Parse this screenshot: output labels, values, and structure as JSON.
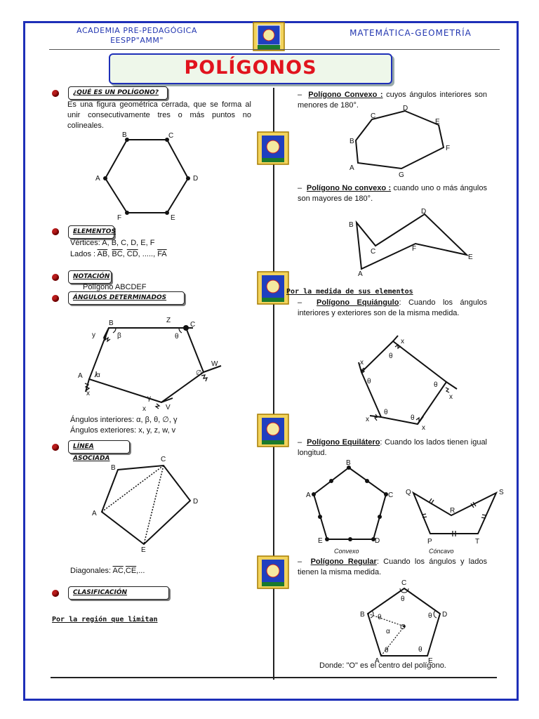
{
  "header": {
    "left_line1": "ACADEMIA PRE-PEDAGÓGICA",
    "left_line2": "EESPP\"AMM\"",
    "right": "MATEMÁTICA-GEOMETRÍA"
  },
  "title": "POLÍGONOS",
  "left": {
    "q_label": "¿QUÉ ES UN POLÍGONO?",
    "definition": "Es una figura geométrica cerrada, que se forma al unir consecutivamente tres o más puntos no colineales.",
    "hex_labels": [
      "A",
      "B",
      "C",
      "D",
      "E",
      "F"
    ],
    "elementos_label": "ELEMENTOS",
    "vertices_text": "Vértices:  A,  B, C, D, E, F",
    "lados_prefix": "Lados       :",
    "lados_items": [
      "AB",
      "BC",
      "CD",
      ".....",
      "FA"
    ],
    "notacion_label": "NOTACIÓN",
    "notacion_text": "Polígono ABCDEF",
    "angulos_label": "ÁNGULOS DETERMINADOS",
    "angles_labels": [
      "A",
      "B",
      "C",
      "V",
      "W",
      "Z",
      "y",
      "x",
      "x",
      "α",
      "β",
      "θ",
      "∅",
      "γ"
    ],
    "angulos_interiores": "Ángulos interiores: α, β, θ, ∅, γ",
    "angulos_exteriores": "Ángulos exteriores: x, y, z, w, v",
    "linea_label": "LÍNEA ASOCIADA",
    "linea_labels": [
      "A",
      "B",
      "C",
      "D",
      "E"
    ],
    "diagonales_prefix": "Diagonales:",
    "diagonales_items": [
      "AC",
      "CE"
    ],
    "diagonales_suffix": ",...",
    "clasificacion_label": "CLASIFICACIÓN",
    "por_region": "Por la región que limitan",
    "box_glyph": ""
  },
  "right": {
    "convexo_title": "Polígono Convexo :",
    "convexo_text": " cuyos ángulos interiores son menores de 180°.",
    "convexo_labels": [
      "A",
      "B",
      "C",
      "D",
      "E",
      "F",
      "G"
    ],
    "noconvexo_title": "Polígono No convexo :",
    "noconvexo_text": " cuando uno o más ángulos son mayores de 180°.",
    "noconvexo_labels": [
      "A",
      "B",
      "C",
      "D",
      "E",
      "F"
    ],
    "por_medida": "Por la medida de sus elementos",
    "equiangulo_title": "Polígono Equiángulo",
    "equiangulo_text": ": Cuando los ángulos interiores y exteriores son de la misma medida.",
    "equiangulo_labels": [
      "θ",
      "θ",
      "θ",
      "θ",
      "θ",
      "x",
      "x",
      "x",
      "x",
      "x"
    ],
    "equilatero_title": "Polígono Equilátero",
    "equilatero_text": ": Cuando los lados tienen igual longitud.",
    "penta_labels": [
      "A",
      "B",
      "C",
      "D",
      "E"
    ],
    "convexo_caption": "Convexo",
    "concavo_labels": [
      "Q",
      "R",
      "S",
      "P",
      "T"
    ],
    "concavo_caption": "Cóncavo",
    "regular_title": "Polígono Regular",
    "regular_text": ": Cuando los ángulos y lados tienen la misma medida.",
    "regular_labels": [
      "A",
      "B",
      "C",
      "D",
      "E",
      "O",
      "α",
      "θ",
      "θ",
      "θ",
      "θ",
      "θ"
    ],
    "regular_caption": "Donde: \"O\" es el centro del polígono."
  }
}
